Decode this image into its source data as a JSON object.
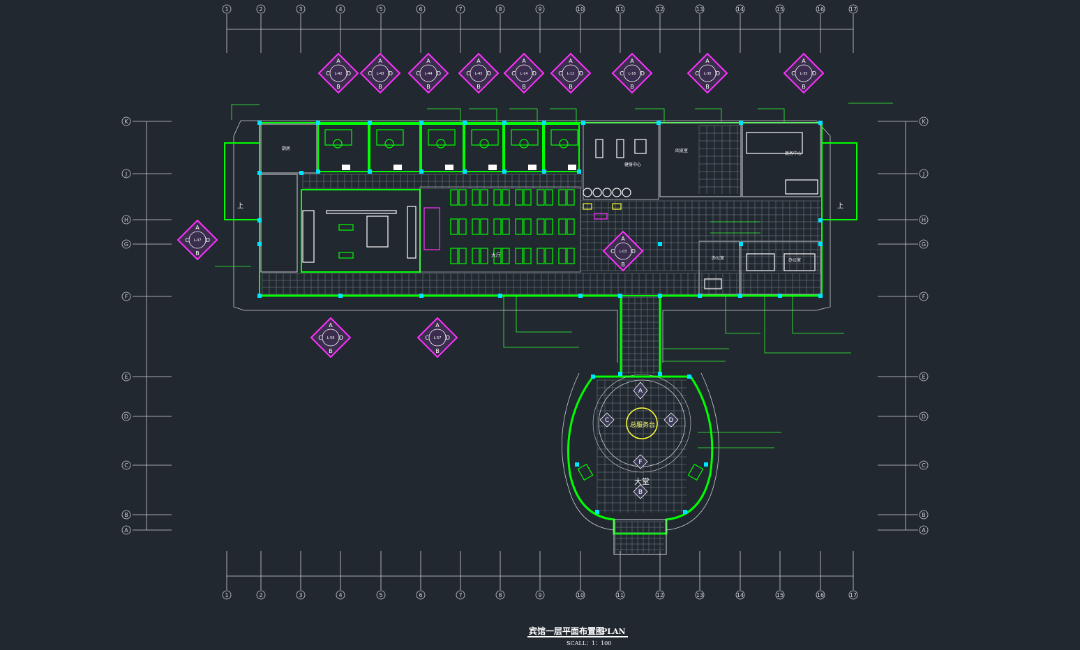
{
  "drawing": {
    "title": "宾馆一层平面布置图",
    "title_en": "PLAN",
    "scale": "SCALL：1：100"
  },
  "colors": {
    "background": "#212830",
    "wall": "#00ff00",
    "column": "#00e5ff",
    "grid_line": "#cfd3d6",
    "index_symbol": "#ff33ff",
    "text_green": "#33ff33",
    "text_white": "#ffffff"
  },
  "grid": {
    "columns": [
      "1",
      "2",
      "3",
      "4",
      "5",
      "6",
      "7",
      "8",
      "9",
      "10",
      "11",
      "12",
      "13",
      "14",
      "15",
      "16",
      "17"
    ],
    "rows": [
      "K",
      "J",
      "H",
      "G",
      "F",
      "E",
      "D",
      "C",
      "B",
      "A"
    ]
  },
  "rooms": {
    "stair_up_left": "上",
    "stair_up_right": "上",
    "lobby": "大厅",
    "entrance_hall": "大堂",
    "reception": "总服务台",
    "kitchen": "厨房",
    "office_1": "办公室",
    "office_2": "办公室",
    "fitness": "健身中心",
    "business": "商务中心",
    "reading": "阅览室"
  },
  "index_symbols": [
    {
      "a": "A",
      "b": "B",
      "c": "C",
      "d": "D",
      "ref": "L-56"
    },
    {
      "a": "A",
      "b": "B",
      "c": "C",
      "d": "D",
      "ref": "L-57"
    },
    {
      "a": "A",
      "b": "B",
      "c": "C",
      "d": "D",
      "ref": "L-42"
    },
    {
      "a": "A",
      "b": "B",
      "c": "C",
      "d": "D",
      "ref": "L-43"
    },
    {
      "a": "A",
      "b": "B",
      "c": "C",
      "d": "D",
      "ref": "L-44"
    },
    {
      "a": "A",
      "b": "B",
      "c": "C",
      "d": "D",
      "ref": "L-45"
    },
    {
      "a": "A",
      "b": "B",
      "c": "C",
      "d": "D",
      "ref": "L-14"
    },
    {
      "a": "A",
      "b": "B",
      "c": "C",
      "d": "D",
      "ref": "L-12"
    },
    {
      "a": "A",
      "b": "B",
      "c": "C",
      "d": "D",
      "ref": "L-16"
    },
    {
      "a": "A",
      "b": "B",
      "c": "C",
      "d": "D",
      "ref": "L-30"
    },
    {
      "a": "A",
      "b": "B",
      "c": "C",
      "d": "D",
      "ref": "L-35"
    },
    {
      "a": "A",
      "b": "B",
      "c": "C",
      "d": "D",
      "ref": "L-07"
    },
    {
      "a": "A",
      "b": "B",
      "c": "C",
      "d": "D",
      "ref": "L-03"
    }
  ],
  "lobby_markers": {
    "top": "A",
    "left": "C",
    "right": "D",
    "bottom_1": "F",
    "bottom_2": "B"
  }
}
